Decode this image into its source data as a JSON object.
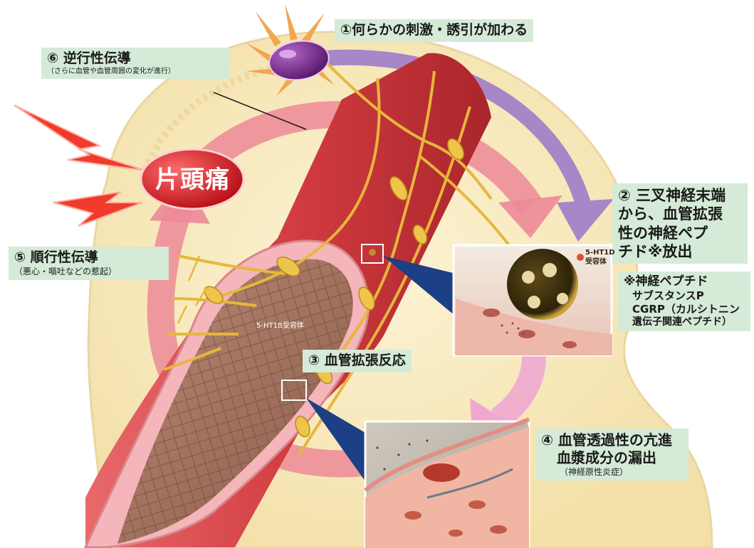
{
  "labels": {
    "step1": "①何らかの刺激・誘引が加わる",
    "step2_title": "② 三叉神経末端",
    "step2_line2": "から、血管拡張",
    "step2_line3": "性の神経ペプ",
    "step2_line4": "チド※放出",
    "note_title": "※神経ペプチド",
    "note_line1": "サブスタンスP",
    "note_line2": "CGRP（カルシトニン",
    "note_line3": "遺伝子関連ペプチド）",
    "step3": "③ 血管拡張反応",
    "step4_title": "④ 血管透過性の亢進",
    "step4_line2": "血漿成分の漏出",
    "step4_sub": "（神経原性炎症）",
    "step5_title": "⑤ 順行性伝導",
    "step5_sub": "（悪心・嘔吐などの惹起）",
    "step6_title": "⑥ 逆行性伝導",
    "step6_sub": "（さらに血管や血管周囲の変化が進行）",
    "migraine": "片頭痛",
    "receptor_vessel": "5-HT1B受容体",
    "receptor_inset_1": "5-HT1D",
    "receptor_inset_2": "受容体"
  },
  "colors": {
    "head_fill": "#faedc2",
    "head_edge": "#e9d6a1",
    "cycle_arrow": "#ec8a98",
    "purple_arrow": "#a886c8",
    "vessel_red": "#cf3a3e",
    "vessel_inner": "#a87a65",
    "nerve_yellow": "#e6b73c",
    "label_bg": "#d5ead7",
    "migraine_red": "#c7161d",
    "link_blue": "#1c3f86"
  }
}
